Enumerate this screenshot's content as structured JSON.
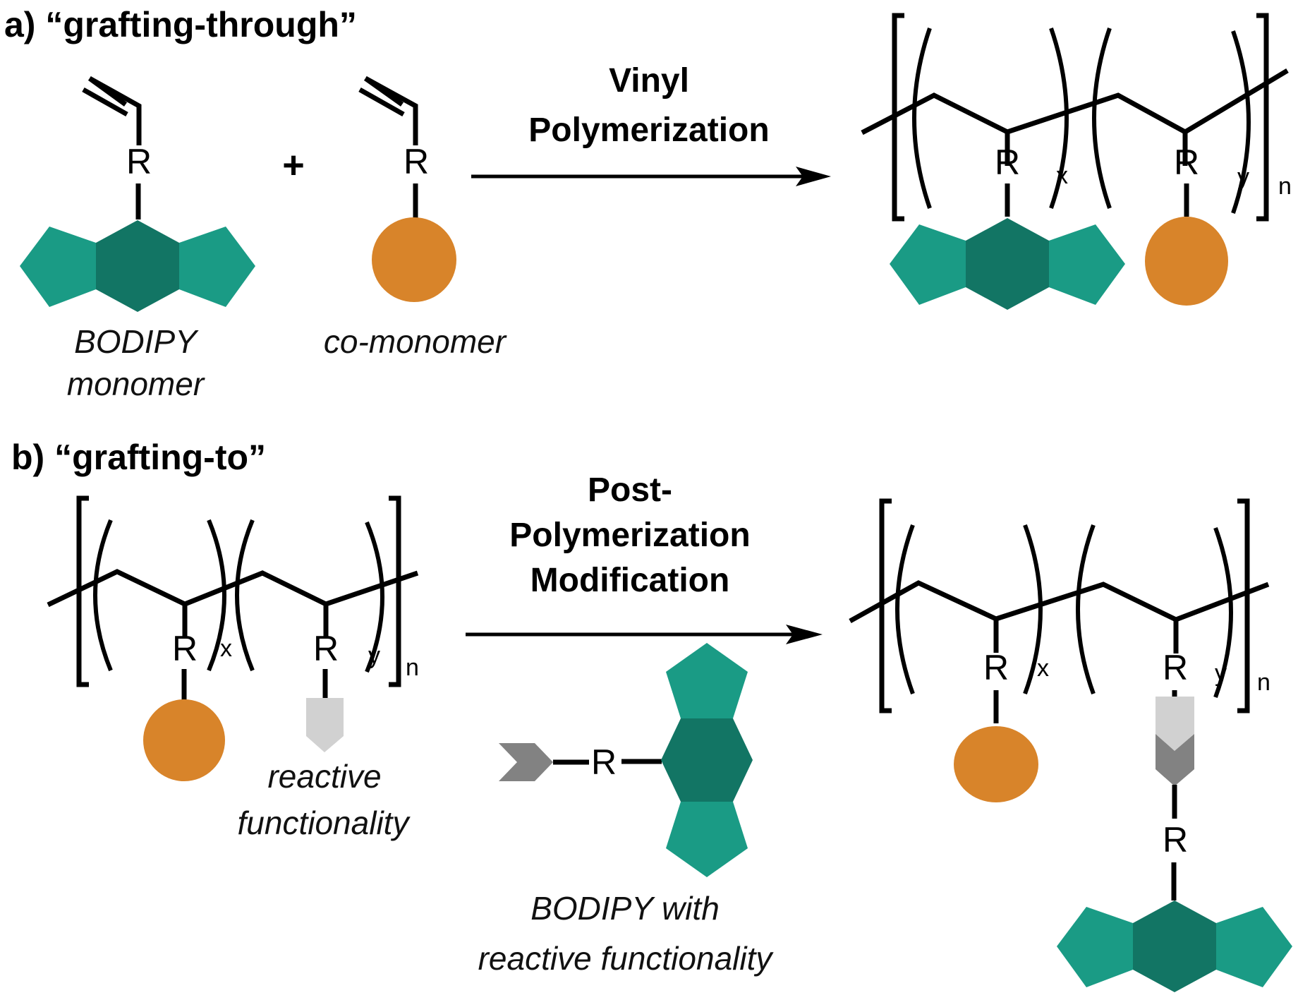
{
  "figure": {
    "colors": {
      "bodipy_core": "#127564",
      "bodipy_ring": "#1a9b85",
      "comonomer": "#d8842a",
      "reactive_group": "#d1d1d1",
      "reactive_partner": "#828282"
    },
    "panel_a": {
      "heading": "a) “grafting-through”",
      "bodipy_monomer": {
        "atom": "R",
        "label_line1": "BODIPY",
        "label_line2": "monomer"
      },
      "plus": "+",
      "comonomer": {
        "atom": "R",
        "label": "co-monomer"
      },
      "arrow": {
        "line1": "Vinyl",
        "line2": "Polymerization"
      },
      "product": {
        "atom1": "R",
        "atom2": "R",
        "sub_x": "x",
        "sub_y": "y",
        "sub_n": "n"
      }
    },
    "panel_b": {
      "heading": "b) “grafting-to”",
      "precursor": {
        "atom1": "R",
        "atom2": "R",
        "sub_x": "x",
        "sub_y": "y",
        "sub_n": "n",
        "label_line1": "reactive",
        "label_line2": "functionality"
      },
      "arrow": {
        "line1": "Post-",
        "line2": "Polymerization",
        "line3": "Modification"
      },
      "reagent": {
        "atom": "R",
        "label_line1": "BODIPY with",
        "label_line2": "reactive functionality"
      },
      "product": {
        "atom1": "R",
        "atom2": "R",
        "atom3": "R",
        "sub_x": "x",
        "sub_y": "y",
        "sub_n": "n"
      }
    }
  }
}
